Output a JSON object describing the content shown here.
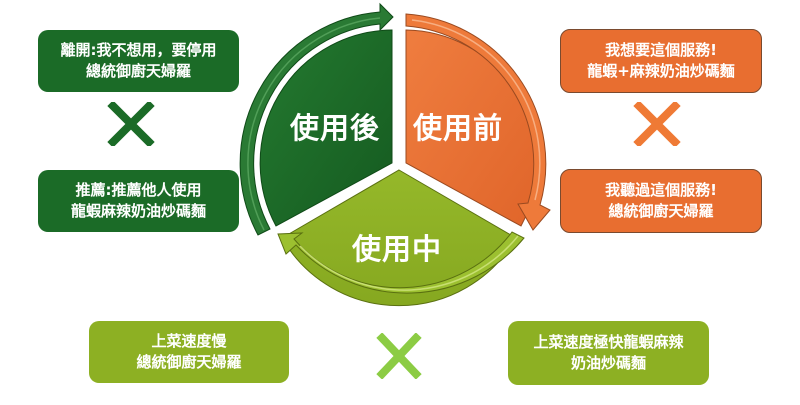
{
  "cycle": {
    "segments": [
      {
        "id": "before",
        "label": "使用前",
        "color": "#e86e30"
      },
      {
        "id": "during",
        "label": "使用中",
        "color": "#8db023"
      },
      {
        "id": "after",
        "label": "使用後",
        "color": "#1b6b27"
      }
    ]
  },
  "cards": {
    "after_leave": {
      "line1": "離開:我不想用，要停用",
      "line2": "總統御廚天婦羅",
      "color": "#1b6b27"
    },
    "after_recommend": {
      "line1": "推薦:推薦他人使用",
      "line2": "龍蝦麻辣奶油炒碼麵",
      "color": "#1b6b27"
    },
    "before_want": {
      "line1": "我想要這個服務!",
      "line2": "龍蝦+麻辣奶油炒碼麵",
      "color": "#e86e30"
    },
    "before_heard": {
      "line1": "我聽過這個服務!",
      "line2": "總統御廚天婦羅",
      "color": "#e86e30"
    },
    "during_slow": {
      "line1": "上菜速度慢",
      "line2": "總統御廚天婦羅",
      "color": "#8db023"
    },
    "during_fast": {
      "line1": "上菜速度極快龍蝦麻辣",
      "line2": "奶油炒碼麵",
      "color": "#8db023"
    }
  },
  "icons": {
    "x_after": {
      "name": "x-cross-icon",
      "color": "#1b6b27"
    },
    "x_before": {
      "name": "x-cross-icon",
      "color": "#ef7a35"
    },
    "x_during": {
      "name": "x-cross-icon",
      "color": "#8ccc44"
    }
  }
}
